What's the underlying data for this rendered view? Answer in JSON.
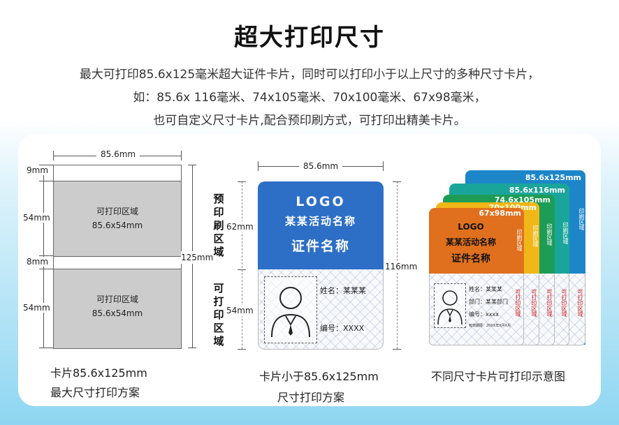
{
  "header": {
    "title": "超大打印尺寸",
    "desc1": "最大可打印85.6x125毫米超大证件卡片，同时可以打印小于以上尺寸的多种尺寸卡片，",
    "desc2": "如：85.6x 116毫米、74x105毫米、70x100毫米、67x98毫米，",
    "desc3": "也可自定义尺寸卡片,配合预印刷方式，可打印出精美卡片。"
  },
  "left": {
    "width_label": "85.6mm",
    "dim_9": "9mm",
    "dim_54a": "54mm",
    "dim_8": "8mm",
    "dim_54b": "54mm",
    "dim_125": "125mm",
    "area1_title": "可打印区域",
    "area1_size": "85.6x54mm",
    "area2_title": "可打印区域",
    "area2_size": "85.6x54mm",
    "caption1": "卡片85.6x125mm",
    "caption2": "最大尺寸打印方案"
  },
  "middle": {
    "width_label": "85.6mm",
    "preprint_label": "预印刷区域",
    "printable_label": "可打印区域",
    "dim_62": "62mm",
    "dim_54": "54mm",
    "dim_116": "116mm",
    "logo": "LOGO",
    "event_name": "某某活动名称",
    "cert_name": "证件名称",
    "name_field": "姓名：某某某",
    "id_field": "编号：XXXX",
    "caption1": "卡片小于85.6x125mm",
    "caption2": "尺寸打印方案"
  },
  "right": {
    "sizes": [
      "85.6x125mm",
      "85.6x116mm",
      "74.6x105mm",
      "70x100mm",
      "67x98mm"
    ],
    "colors": [
      "#1d86c9",
      "#1aa59b",
      "#1d9c55",
      "#f1b718",
      "#e0701e"
    ],
    "logo": "LOGO",
    "event_name": "某某活动名称",
    "cert_name": "证件名称",
    "preprint_vertical": "印刷区域",
    "printable_vertical": "可打印区域",
    "name_field": "姓名：某某某",
    "dept_field": "部门：某某部门",
    "id_field": "编号：xxxx",
    "valid_field": "有效期限：20XX年X月X月",
    "caption": "不同尺寸卡片可打印示意图"
  }
}
